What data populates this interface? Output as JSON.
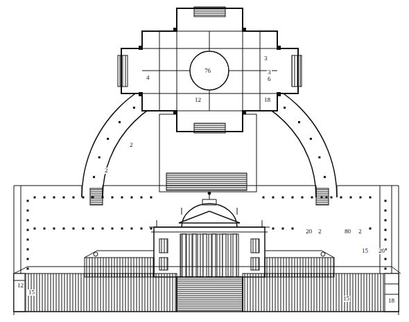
{
  "diagram": {
    "labels": [
      "76",
      "3",
      "3",
      "6",
      "4",
      "12",
      "18",
      "2",
      "2",
      "20",
      "2",
      "80",
      "2",
      "15",
      "20",
      "12",
      "15",
      "18",
      "15"
    ]
  }
}
